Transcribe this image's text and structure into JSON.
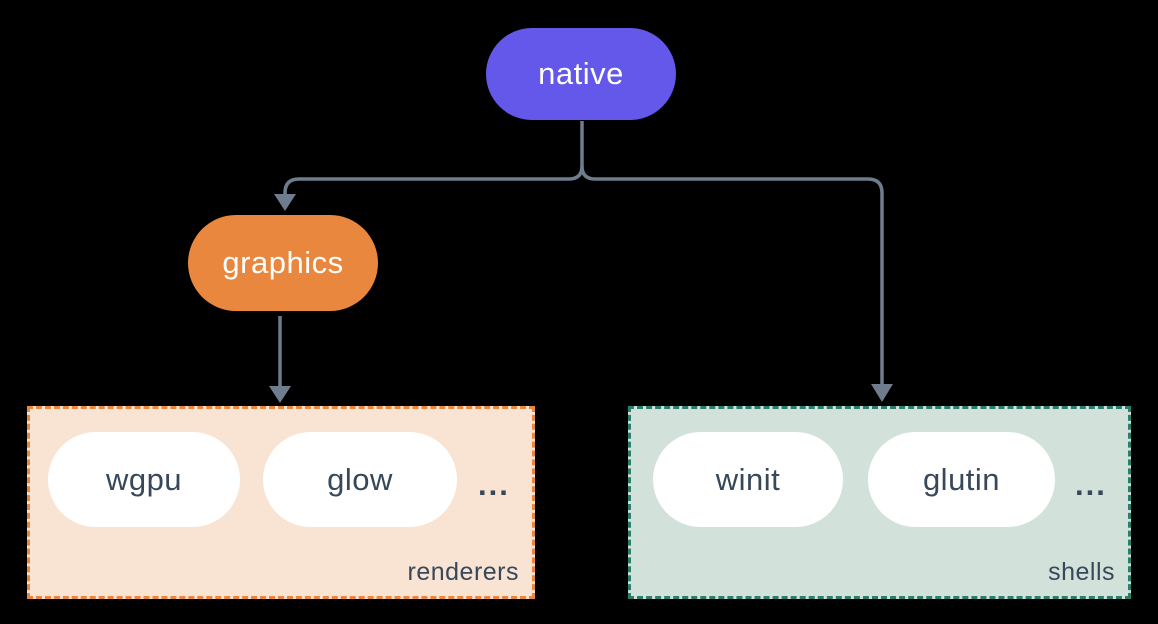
{
  "diagram": {
    "root": {
      "label": "native"
    },
    "mid": {
      "label": "graphics"
    },
    "groups": [
      {
        "label": "renderers",
        "items": [
          "wgpu",
          "glow"
        ],
        "ellipsis": "..."
      },
      {
        "label": "shells",
        "items": [
          "winit",
          "glutin"
        ],
        "ellipsis": "..."
      }
    ]
  },
  "colors": {
    "background": "#000000",
    "native_fill": "#6358EA",
    "graphics_fill": "#E8873D",
    "renderers_bg": "#F9E3D3",
    "renderers_border": "#E8873D",
    "shells_bg": "#D2E1D9",
    "shells_border": "#2D7D6C",
    "item_pill_bg": "#FFFFFF",
    "node_text_light": "#FFFFFF",
    "node_text_dark": "#37485A",
    "connector": "#6E7C8E"
  }
}
